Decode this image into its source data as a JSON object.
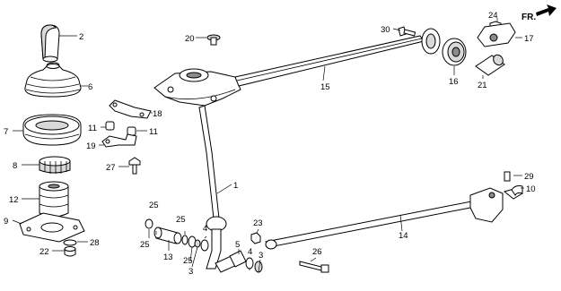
{
  "direction_label": "FR.",
  "callouts": {
    "c1": "1",
    "c2": "2",
    "c3a": "3",
    "c3b": "3",
    "c4a": "4",
    "c4b": "4",
    "c5": "5",
    "c6": "6",
    "c7": "7",
    "c8": "8",
    "c9": "9",
    "c10": "10",
    "c11a": "11",
    "c11b": "11",
    "c12": "12",
    "c13": "13",
    "c14": "14",
    "c15": "15",
    "c16": "16",
    "c17": "17",
    "c18": "18",
    "c19": "19",
    "c20": "20",
    "c21": "21",
    "c22": "22",
    "c23": "23",
    "c24": "24",
    "c25a": "25",
    "c25b": "25",
    "c25c": "25",
    "c25d": "25",
    "c26": "26",
    "c27": "27",
    "c28": "28",
    "c29": "29",
    "c30": "30"
  },
  "colors": {
    "line": "#000000",
    "shade": "#d9d9d9",
    "dark": "#8c8c8c",
    "background": "#ffffff"
  }
}
